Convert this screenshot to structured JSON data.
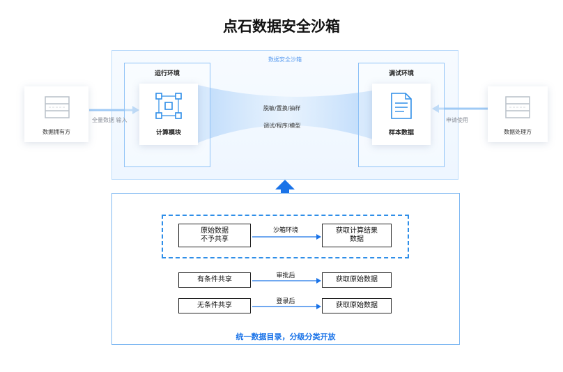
{
  "title": "点石数据安全沙箱",
  "sandbox": {
    "label": "数据安全沙箱",
    "run_env": {
      "label": "运行环境",
      "module": "计算模块"
    },
    "debug_env": {
      "label": "调试环境",
      "module": "样本数据"
    },
    "flow_top": "脱敏/置换/抽样",
    "flow_bottom": "调试/程序/模型"
  },
  "owner": {
    "label": "数据拥有方",
    "arrow_label": "全量数据 输入"
  },
  "processor": {
    "label": "数据处理方",
    "arrow_label": "申请使用"
  },
  "lower": {
    "rows": [
      {
        "left": "原始数据\n不予共享",
        "arrow": "沙箱环境",
        "right": "获取计算结果\n数据"
      },
      {
        "left": "有条件共享",
        "arrow": "审批后",
        "right": "获取原始数据"
      },
      {
        "left": "无条件共享",
        "arrow": "登录后",
        "right": "获取原始数据"
      }
    ],
    "footer": "统一数据目录，分级分类开放"
  },
  "colors": {
    "accent": "#1a73e8",
    "flow": "#cfe4fb",
    "border": "#8ec2f7"
  }
}
